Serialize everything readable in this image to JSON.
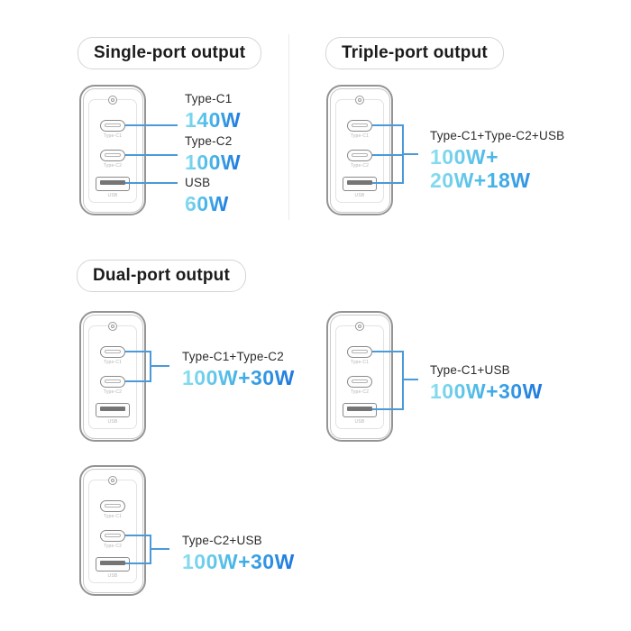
{
  "device": {
    "port_labels": {
      "c1": "Type-C1",
      "c2": "Type-C2",
      "usb": "USB"
    }
  },
  "colors": {
    "callout_line": "#4a9ad9",
    "watt_gradient_start": "#8ee1ef",
    "watt_gradient_end": "#1c74de",
    "pill_border": "#d5d5d5",
    "charger_outline": "#949494"
  },
  "sections": {
    "single": {
      "title": "Single-port output",
      "groups": [
        {
          "label": "Type-C1",
          "value": "140W"
        },
        {
          "label": "Type-C2",
          "value": "100W"
        },
        {
          "label": "USB",
          "value": "60W"
        }
      ]
    },
    "triple": {
      "title": "Triple-port output",
      "groups": [
        {
          "label": "Type-C1+Type-C2+USB",
          "value": "100W+\n20W+18W"
        }
      ]
    },
    "dual": {
      "title": "Dual-port output",
      "groups": [
        {
          "label": "Type-C1+Type-C2",
          "value": "100W+30W"
        },
        {
          "label": "Type-C1+USB",
          "value": "100W+30W"
        },
        {
          "label": "Type-C2+USB",
          "value": "100W+30W"
        }
      ]
    }
  }
}
